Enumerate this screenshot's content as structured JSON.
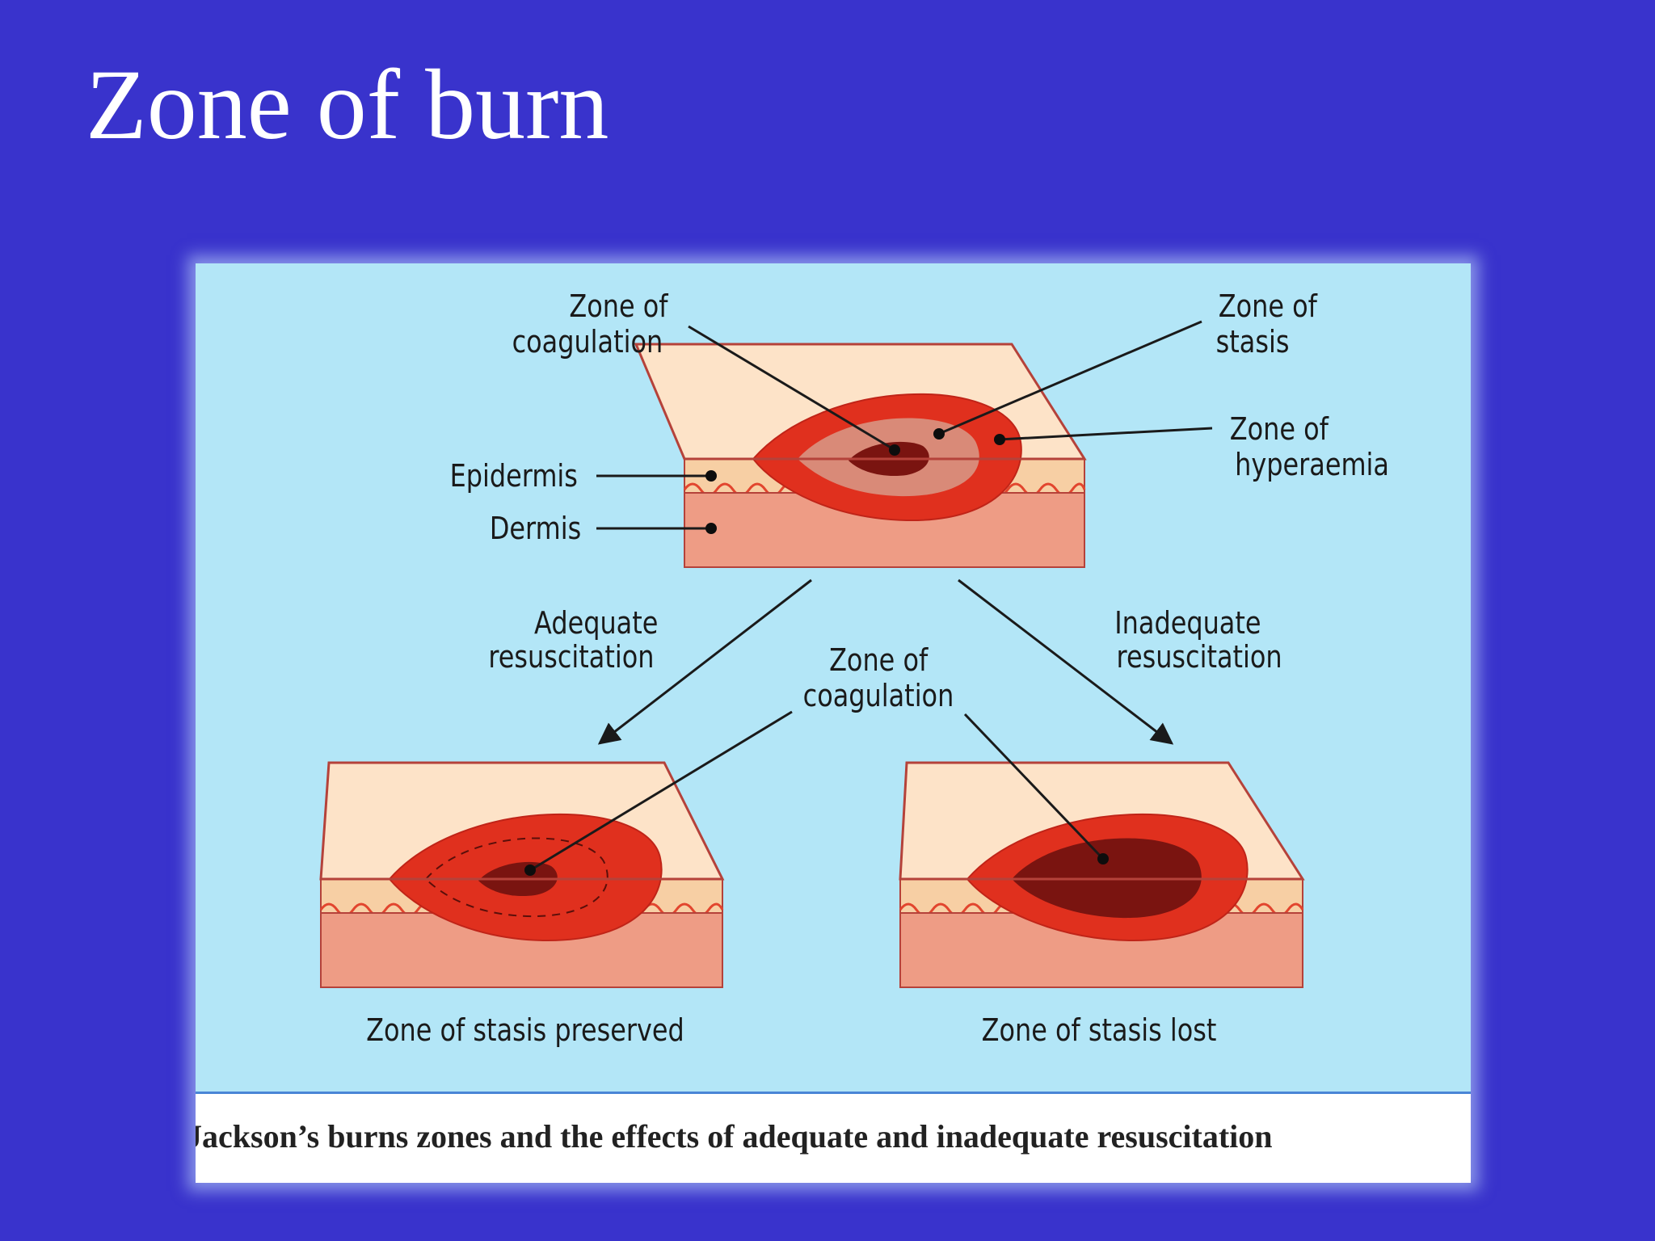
{
  "slide": {
    "title": "Zone of burn"
  },
  "figure": {
    "labels": {
      "zone_coagulation_top_1": "Zone of",
      "zone_coagulation_top_2": "coagulation",
      "zone_stasis_1": "Zone of",
      "zone_stasis_2": "stasis",
      "zone_hyperaemia_1": "Zone of",
      "zone_hyperaemia_2": "hyperaemia",
      "epidermis": "Epidermis",
      "dermis": "Dermis",
      "adequate_1": "Adequate",
      "adequate_2": "resuscitation",
      "inadequate_1": "Inadequate",
      "inadequate_2": "resuscitation",
      "zone_coagulation_mid_1": "Zone of",
      "zone_coagulation_mid_2": "coagulation",
      "stasis_preserved": "Zone of stasis preserved",
      "stasis_lost": "Zone of stasis lost"
    },
    "caption": "Jackson’s burns zones and the effects of adequate and inadequate resuscitation"
  },
  "colors": {
    "slide_background": "#3933cc",
    "panel_background": "#b3e6f7",
    "skin_surface": "#fde3c8",
    "epidermis": "#f7cfa4",
    "dermis": "#ee9c85",
    "zone_hyperaemia": "#e0301e",
    "zone_stasis": "#d98a78",
    "zone_coagulation": "#7a1410"
  }
}
